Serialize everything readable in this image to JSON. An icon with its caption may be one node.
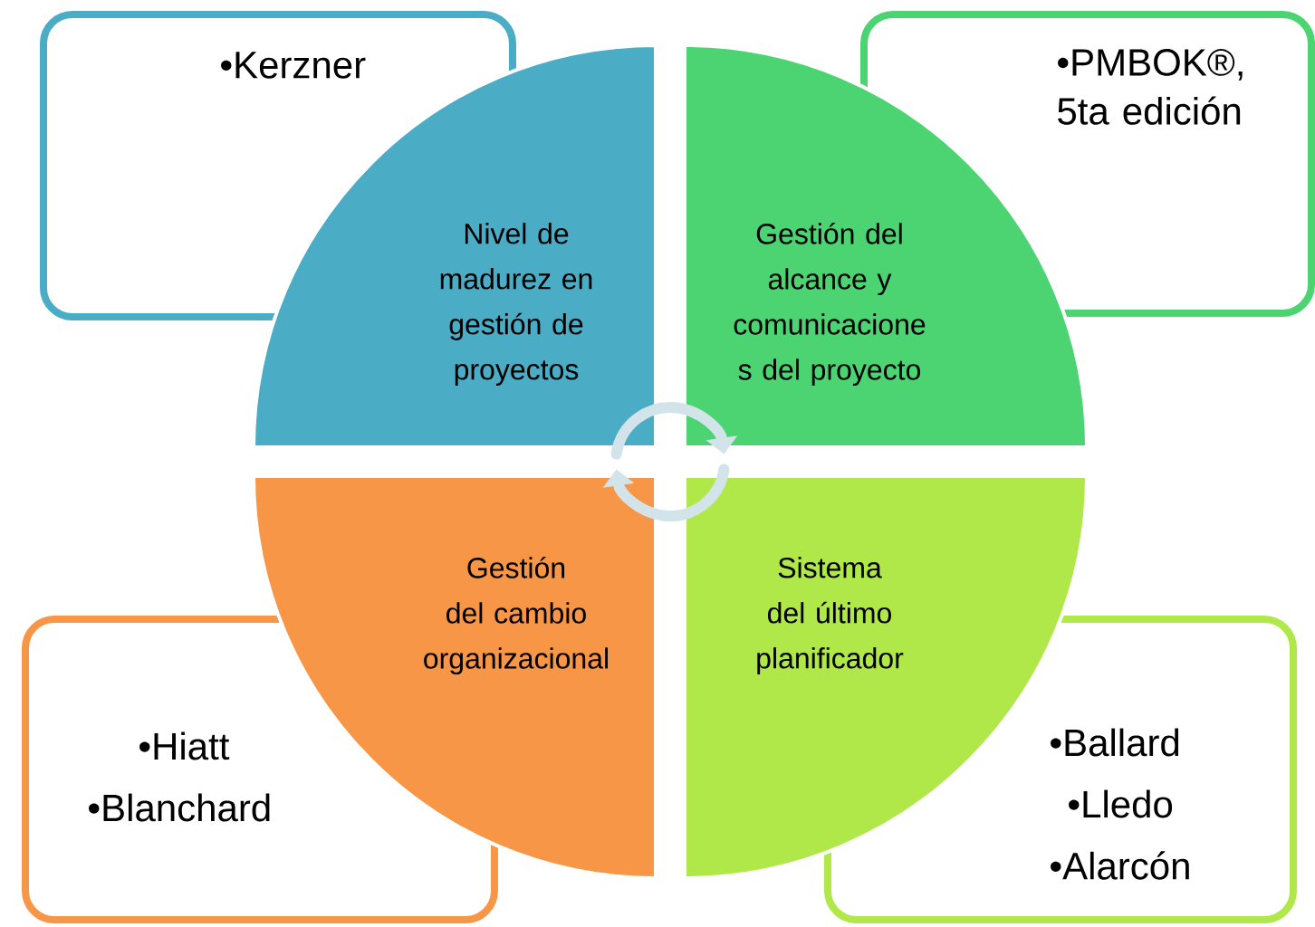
{
  "diagram": {
    "nodes": [
      {
        "text": [
          "•Kerzner"
        ]
      },
      {
        "text": [
          "•PMBOK®, 5ta edición"
        ]
      },
      {
        "text": [
          "Nivel de madurez en gestión de proyectos"
        ]
      },
      {
        "text": [
          "Gestión del alcance y comunicacione s del proyecto"
        ]
      },
      {
        "text": [
          "Gestión del cambio organizacional"
        ]
      },
      {
        "text": [
          "Sistema del último planificador"
        ]
      },
      {
        "text": [
          "•Hiatt",
          "•Blanchard"
        ]
      },
      {
        "text": [
          "•Ballard",
          "•Lledo",
          "•Alarcón"
        ]
      }
    ],
    "edges": [
      {
        "from": 2,
        "to": 3,
        "arrow": "to"
      },
      {
        "from": 5,
        "to": 4,
        "arrow": "to"
      }
    ]
  }
}
